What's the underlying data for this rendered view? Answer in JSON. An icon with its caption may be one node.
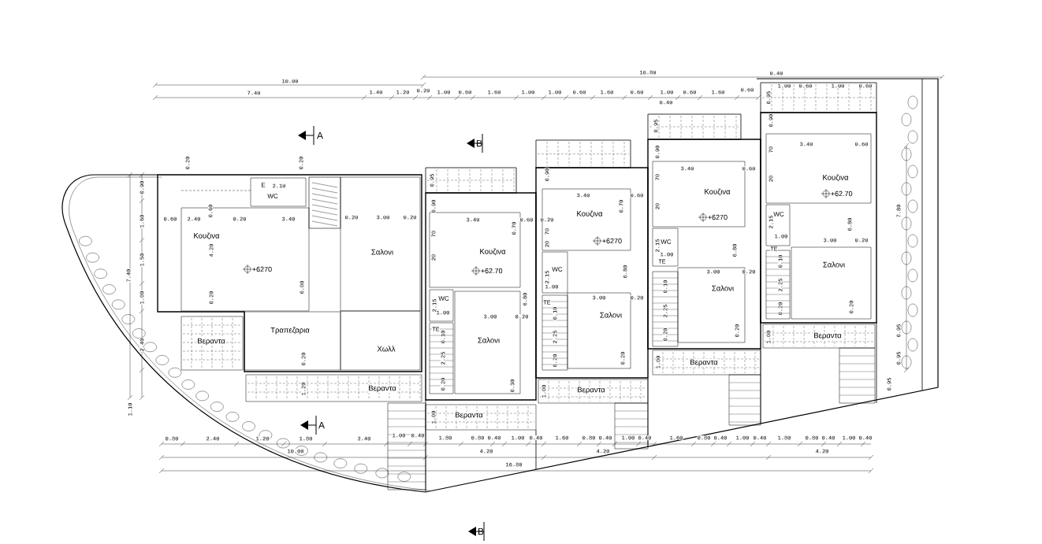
{
  "diagram": {
    "nodes": [
      {
        "text": [
          "Κουζινα",
          "+6270"
        ]
      },
      {
        "text": [
          "E",
          "WC"
        ]
      },
      {
        "text": [
          "Σαλονι"
        ]
      },
      {
        "text": [
          "Τραπεζαρια"
        ]
      },
      {
        "text": [
          "Χωλλ"
        ]
      },
      {
        "text": [
          "Βεραντα"
        ]
      },
      {
        "text": [
          "Βεραντα"
        ]
      },
      {
        "text": [
          "Κουζινα",
          "+62.70"
        ]
      },
      {
        "text": [
          "WC"
        ]
      },
      {
        "text": [
          "Σαλονι"
        ]
      },
      {
        "text": [
          "Βεραντα"
        ]
      },
      {
        "text": [
          "Κουζινα",
          "+6270"
        ]
      },
      {
        "text": [
          "WC"
        ]
      },
      {
        "text": [
          "Σαλονι"
        ]
      },
      {
        "text": [
          "Βεραντα"
        ]
      },
      {
        "text": [
          "Κουζινα",
          "+6270"
        ]
      },
      {
        "text": [
          "WC"
        ]
      },
      {
        "text": [
          "Σαλονι"
        ]
      },
      {
        "text": [
          "Βεραντα"
        ]
      },
      {
        "text": [
          "Κουζινα",
          "+62.70"
        ]
      },
      {
        "text": [
          "WC"
        ]
      },
      {
        "text": [
          "Σαλονι"
        ]
      },
      {
        "text": [
          "Βεραντα"
        ]
      }
    ],
    "labels": [
      "16.80",
      "10.00",
      "7.40",
      "1.40",
      "1.20",
      "0.20",
      "1.00",
      "0.60",
      "1.60",
      "1.00",
      "1.00",
      "0.60",
      "1.60",
      "0.60",
      "1.00",
      "0.60",
      "1.60",
      "0.60",
      "0.40",
      "0.40",
      "1.00",
      "0.60",
      "1.00",
      "0.60",
      "A",
      "B",
      "0.20",
      "0.20",
      "2.10",
      "0.90",
      "0.60",
      "2.40",
      "0.60",
      "0.20",
      "3.40",
      "0.20",
      "3.00",
      "0.20",
      "1.60",
      "4.20",
      "1.50",
      "7.40",
      "6.00",
      "1.00",
      "0.20",
      "2.40",
      "0.20",
      "1.20",
      "1.10",
      "0.95",
      "0.90",
      "3.40",
      "0.70",
      "0.60",
      "0.20",
      "70",
      "20",
      "6.80",
      "2.15",
      "1.00",
      "3.00",
      "0.20",
      "TE",
      "0.10",
      "2.25",
      "0.20",
      "0.30",
      "1.00",
      "0.90",
      "3.40",
      "0.70",
      "0.60",
      "70",
      "20",
      "2.15",
      "1.00",
      "3.00",
      "6.80",
      "0.20",
      "TE",
      "0.10",
      "2.25",
      "0.20",
      "0.20",
      "1.00",
      "0.95",
      "0.90",
      "3.40",
      "0.60",
      "70",
      "20",
      "2.15",
      "1.00",
      "TE",
      "6.80",
      "3.00",
      "0.20",
      "0.10",
      "2.25",
      "0.20",
      "0.20",
      "1.00",
      "0.95",
      "0.90",
      "3.40",
      "0.60",
      "70",
      "20",
      "2.15",
      "1.00",
      "TE",
      "6.80",
      "3.00",
      "0.20",
      "0.10",
      "2.25",
      "0.20",
      "0.20",
      "1.00",
      "7.80",
      "0.95",
      "0.95",
      "0.95",
      "A",
      "0.80",
      "2.40",
      "1.20",
      "1.80",
      "2.40",
      "1.00",
      "0.40",
      "1.80",
      "0.80",
      "0.40",
      "1.00",
      "0.40",
      "1.60",
      "0.80",
      "0.40",
      "1.00",
      "0.40",
      "1.60",
      "0.80",
      "0.40",
      "1.00",
      "0.40",
      "1.80",
      "0.80",
      "0.40",
      "1.00",
      "0.40",
      "10.00",
      "4.20",
      "4.20",
      "4.20",
      "16.80",
      "B"
    ]
  }
}
